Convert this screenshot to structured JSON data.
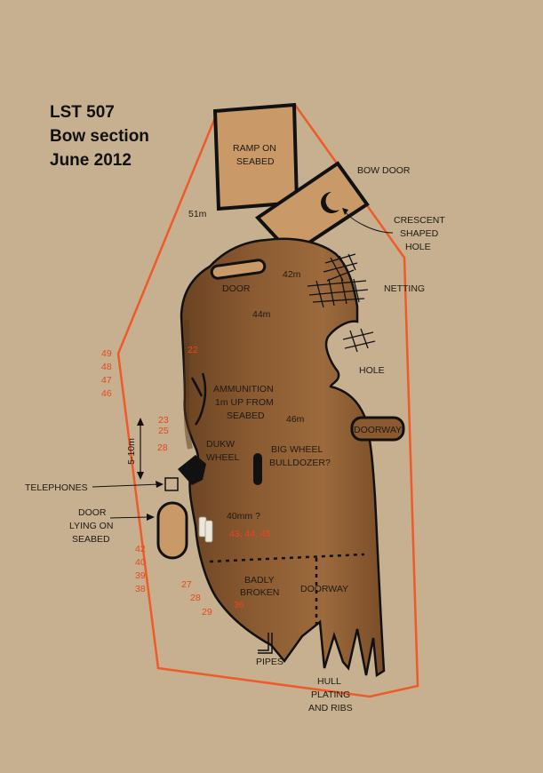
{
  "title": {
    "line1": "LST 507",
    "line2": "Bow section",
    "line3": "June 2012"
  },
  "labels": {
    "ramp_line1": "RAMP ON",
    "ramp_line2": "SEABED",
    "bow_door": "BOW DOOR",
    "crescent_line1": "CRESCENT",
    "crescent_line2": "SHAPED",
    "crescent_line3": "HOLE",
    "netting": "NETTING",
    "door": "DOOR",
    "hole": "HOLE",
    "doorway_right": "DOORWAY",
    "ammo_line1": "AMMUNITION",
    "ammo_line2": "1m UP FROM",
    "ammo_line3": "SEABED",
    "dukw_line1": "DUKW",
    "dukw_line2": "WHEEL",
    "bulldozer_line1": "BIG WHEEL",
    "bulldozer_line2": "BULLDOZER?",
    "telephones": "TELEPHONES",
    "door_lying_line1": "DOOR",
    "door_lying_line2": "LYING ON",
    "door_lying_line3": "SEABED",
    "forty_mm": "40mm ?",
    "badly_line1": "BADLY",
    "badly_line2": "BROKEN",
    "doorway_lower": "DOORWAY",
    "pipes": "PIPES",
    "hull_line1": "HULL",
    "hull_line2": "PLATING",
    "hull_line3": "AND RIBS",
    "range": "5-10m"
  },
  "depths": {
    "d51": "51m",
    "d42": "42m",
    "d44": "44m",
    "d46": "46m"
  },
  "markers": {
    "m49": "49",
    "m48": "48",
    "m47": "47",
    "m46": "46",
    "m22": "22",
    "m23": "23",
    "m25": "25",
    "m28a": "28",
    "m42": "42",
    "m40": "40",
    "m39": "39",
    "m38": "38",
    "m27": "27",
    "m28b": "28",
    "m29": "29",
    "m36": "36",
    "m434445": "43, 44, 45"
  },
  "colors": {
    "background": "#c6b08f",
    "hull": "#8b5a30",
    "hull_dark": "#6a4322",
    "ramp": "#c99a68",
    "boundary": "#ee5a2a",
    "marker_text": "#e8471f",
    "outline": "#111111"
  }
}
